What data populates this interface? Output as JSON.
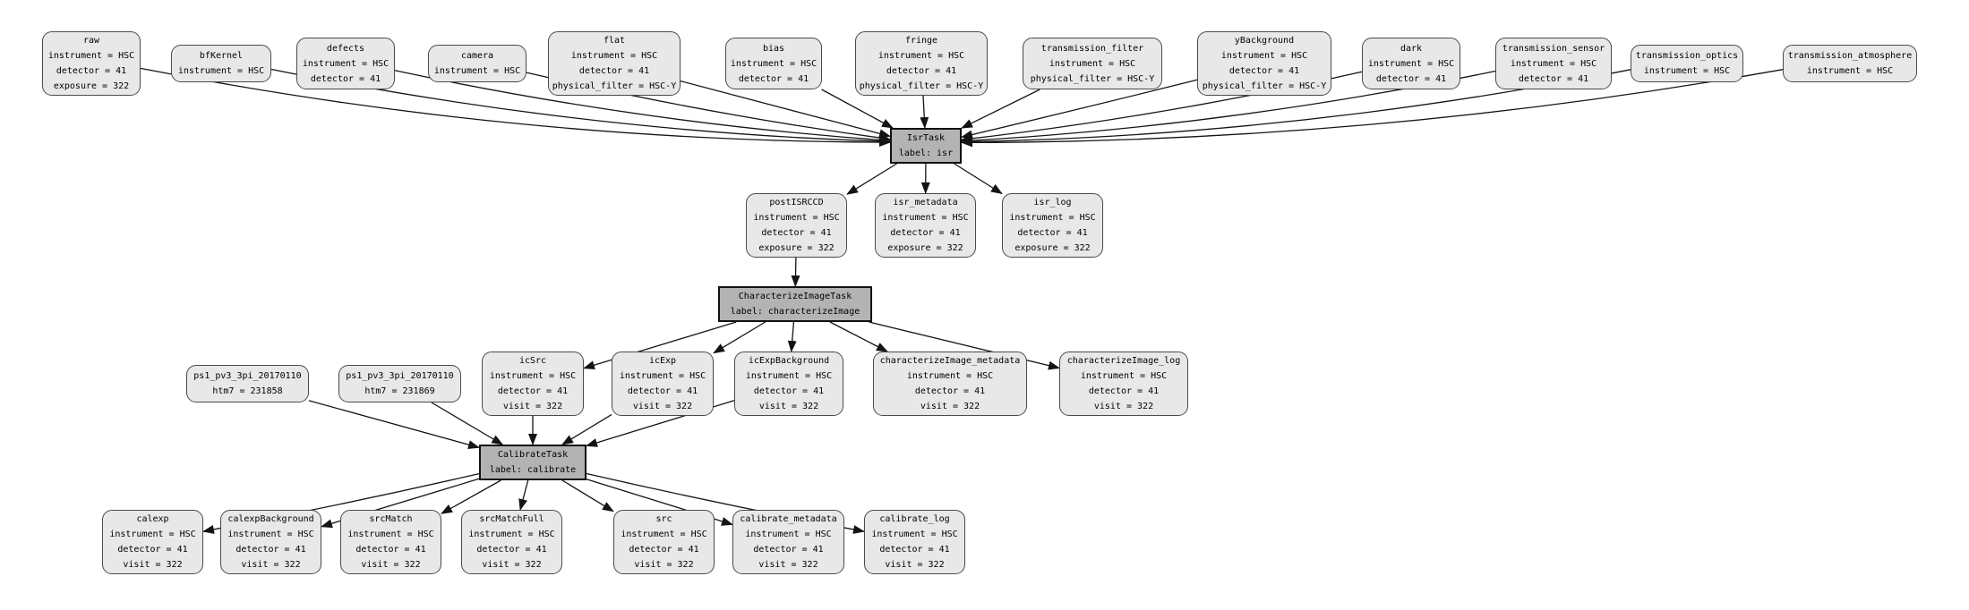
{
  "diagram_title": "pipeline-quantum-graph",
  "colors": {
    "background": "#ffffff",
    "dataset_fill": "#e8e8e8",
    "dataset_border": "#4a4a4a",
    "task_fill": "#b3b3b3",
    "task_border": "#111111",
    "edge": "#141414",
    "text": "#000000"
  },
  "nodes": {
    "raw": {
      "type": "dataset",
      "title": "raw",
      "attrs": "instrument = HSC\ndetector = 41\nexposure = 322"
    },
    "bfKernel": {
      "type": "dataset",
      "title": "bfKernel",
      "attrs": "instrument = HSC"
    },
    "defects": {
      "type": "dataset",
      "title": "defects",
      "attrs": "instrument = HSC\ndetector = 41"
    },
    "camera": {
      "type": "dataset",
      "title": "camera",
      "attrs": "instrument = HSC"
    },
    "flat": {
      "type": "dataset",
      "title": "flat",
      "attrs": "instrument = HSC\ndetector = 41\nphysical_filter = HSC-Y"
    },
    "bias": {
      "type": "dataset",
      "title": "bias",
      "attrs": "instrument = HSC\ndetector = 41"
    },
    "fringe": {
      "type": "dataset",
      "title": "fringe",
      "attrs": "instrument = HSC\ndetector = 41\nphysical_filter = HSC-Y"
    },
    "transmission_filter": {
      "type": "dataset",
      "title": "transmission_filter",
      "attrs": "instrument = HSC\nphysical_filter = HSC-Y"
    },
    "yBackground": {
      "type": "dataset",
      "title": "yBackground",
      "attrs": "instrument = HSC\ndetector = 41\nphysical_filter = HSC-Y"
    },
    "dark": {
      "type": "dataset",
      "title": "dark",
      "attrs": "instrument = HSC\ndetector = 41"
    },
    "transmission_sensor": {
      "type": "dataset",
      "title": "transmission_sensor",
      "attrs": "instrument = HSC\ndetector = 41"
    },
    "transmission_optics": {
      "type": "dataset",
      "title": "transmission_optics",
      "attrs": "instrument = HSC"
    },
    "transmission_atmosphere": {
      "type": "dataset",
      "title": "transmission_atmosphere",
      "attrs": "instrument = HSC"
    },
    "isrTask": {
      "type": "task",
      "title": "IsrTask",
      "attrs": "label: isr"
    },
    "postISRCCD": {
      "type": "dataset",
      "title": "postISRCCD",
      "attrs": "instrument = HSC\ndetector = 41\nexposure = 322"
    },
    "isr_metadata": {
      "type": "dataset",
      "title": "isr_metadata",
      "attrs": "instrument = HSC\ndetector = 41\nexposure = 322"
    },
    "isr_log": {
      "type": "dataset",
      "title": "isr_log",
      "attrs": "instrument = HSC\ndetector = 41\nexposure = 322"
    },
    "characterizeImageTask": {
      "type": "task",
      "title": "CharacterizeImageTask",
      "attrs": "label: characterizeImage"
    },
    "icSrc": {
      "type": "dataset",
      "title": "icSrc",
      "attrs": "instrument = HSC\ndetector = 41\nvisit = 322"
    },
    "icExp": {
      "type": "dataset",
      "title": "icExp",
      "attrs": "instrument = HSC\ndetector = 41\nvisit = 322"
    },
    "icExpBackground": {
      "type": "dataset",
      "title": "icExpBackground",
      "attrs": "instrument = HSC\ndetector = 41\nvisit = 322"
    },
    "characterizeImage_metadata": {
      "type": "dataset",
      "title": "characterizeImage_metadata",
      "attrs": "instrument = HSC\ndetector = 41\nvisit = 322"
    },
    "characterizeImage_log": {
      "type": "dataset",
      "title": "characterizeImage_log",
      "attrs": "instrument = HSC\ndetector = 41\nvisit = 322"
    },
    "ps1_a": {
      "type": "dataset",
      "title": "ps1_pv3_3pi_20170110",
      "attrs": "htm7 = 231858"
    },
    "ps1_b": {
      "type": "dataset",
      "title": "ps1_pv3_3pi_20170110",
      "attrs": "htm7 = 231869"
    },
    "calibrateTask": {
      "type": "task",
      "title": "CalibrateTask",
      "attrs": "label: calibrate"
    },
    "calexp": {
      "type": "dataset",
      "title": "calexp",
      "attrs": "instrument = HSC\ndetector = 41\nvisit = 322"
    },
    "calexpBackground": {
      "type": "dataset",
      "title": "calexpBackground",
      "attrs": "instrument = HSC\ndetector = 41\nvisit = 322"
    },
    "srcMatch": {
      "type": "dataset",
      "title": "srcMatch",
      "attrs": "instrument = HSC\ndetector = 41\nvisit = 322"
    },
    "srcMatchFull": {
      "type": "dataset",
      "title": "srcMatchFull",
      "attrs": "instrument = HSC\ndetector = 41\nvisit = 322"
    },
    "src": {
      "type": "dataset",
      "title": "src",
      "attrs": "instrument = HSC\ndetector = 41\nvisit = 322"
    },
    "calibrate_metadata": {
      "type": "dataset",
      "title": "calibrate_metadata",
      "attrs": "instrument = HSC\ndetector = 41\nvisit = 322"
    },
    "calibrate_log": {
      "type": "dataset",
      "title": "calibrate_log",
      "attrs": "instrument = HSC\ndetector = 41\nvisit = 322"
    }
  },
  "edges": [
    [
      "raw",
      "isrTask"
    ],
    [
      "bfKernel",
      "isrTask"
    ],
    [
      "defects",
      "isrTask"
    ],
    [
      "camera",
      "isrTask"
    ],
    [
      "flat",
      "isrTask"
    ],
    [
      "bias",
      "isrTask"
    ],
    [
      "fringe",
      "isrTask"
    ],
    [
      "transmission_filter",
      "isrTask"
    ],
    [
      "yBackground",
      "isrTask"
    ],
    [
      "dark",
      "isrTask"
    ],
    [
      "transmission_sensor",
      "isrTask"
    ],
    [
      "transmission_optics",
      "isrTask"
    ],
    [
      "transmission_atmosphere",
      "isrTask"
    ],
    [
      "isrTask",
      "postISRCCD"
    ],
    [
      "isrTask",
      "isr_metadata"
    ],
    [
      "isrTask",
      "isr_log"
    ],
    [
      "postISRCCD",
      "characterizeImageTask"
    ],
    [
      "characterizeImageTask",
      "icSrc"
    ],
    [
      "characterizeImageTask",
      "icExp"
    ],
    [
      "characterizeImageTask",
      "icExpBackground"
    ],
    [
      "characterizeImageTask",
      "characterizeImage_metadata"
    ],
    [
      "characterizeImageTask",
      "characterizeImage_log"
    ],
    [
      "ps1_a",
      "calibrateTask"
    ],
    [
      "ps1_b",
      "calibrateTask"
    ],
    [
      "icSrc",
      "calibrateTask"
    ],
    [
      "icExp",
      "calibrateTask"
    ],
    [
      "icExpBackground",
      "calibrateTask"
    ],
    [
      "calibrateTask",
      "calexp"
    ],
    [
      "calibrateTask",
      "calexpBackground"
    ],
    [
      "calibrateTask",
      "srcMatch"
    ],
    [
      "calibrateTask",
      "srcMatchFull"
    ],
    [
      "calibrateTask",
      "src"
    ],
    [
      "calibrateTask",
      "calibrate_metadata"
    ],
    [
      "calibrateTask",
      "calibrate_log"
    ]
  ]
}
